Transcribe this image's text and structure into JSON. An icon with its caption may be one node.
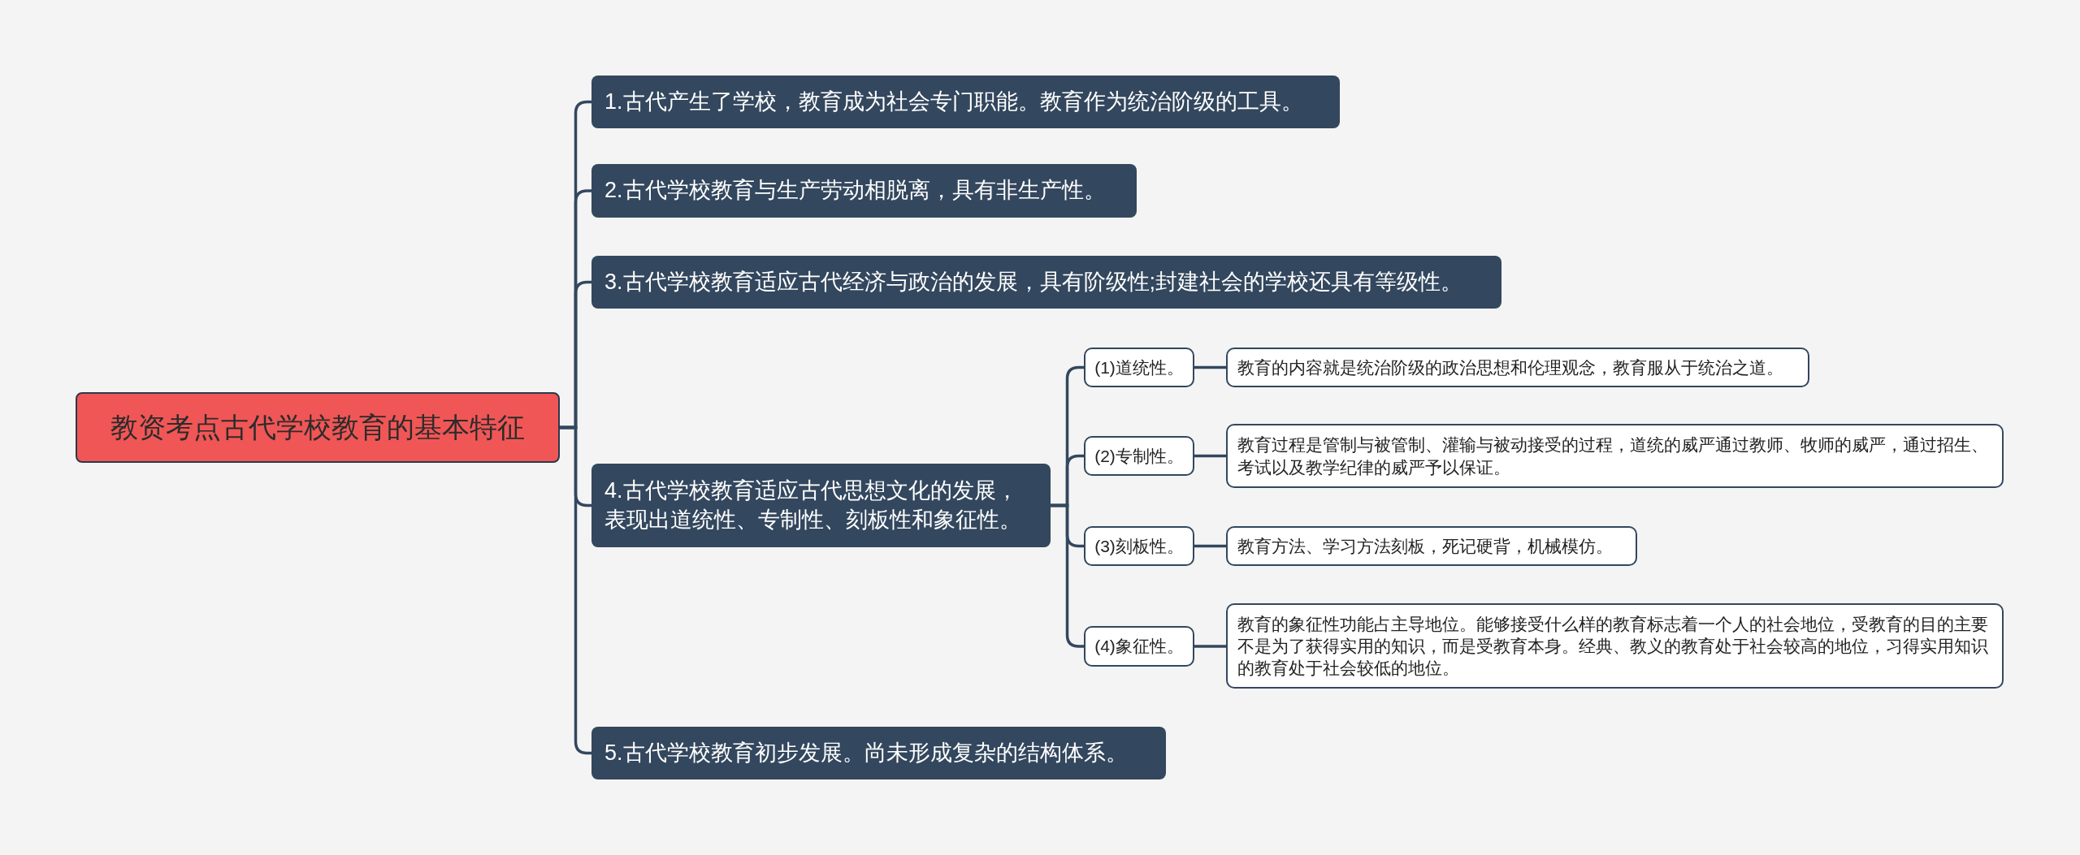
{
  "diagram": {
    "nodes": [
      {
        "text": [
          "教资考点古代学校教育的基本特征"
        ]
      },
      {
        "text": [
          "1.古代产生了学校，教育成为社会专门职能。教育作为统治阶级的工具。"
        ]
      },
      {
        "text": [
          "2.古代学校教育与生产劳动相脱离，具有非生产性。"
        ]
      },
      {
        "text": [
          "3.古代学校教育适应古代经济与政治的发展，具有阶级性;封建社会的学校还具有等级性。"
        ]
      },
      {
        "text": [
          "4.古代学校教育适应古代思想文化的发展，表现出道统性、专制性、刻板性和象征性。"
        ]
      },
      {
        "text": [
          "(1)道统性。"
        ]
      },
      {
        "text": [
          "教育的内容就是统治阶级的政治思想和伦理观念，教育服从于统治之道。"
        ]
      },
      {
        "text": [
          "(2)专制性。"
        ]
      },
      {
        "text": [
          "教育过程是管制与被管制、灌输与被动接受的过程，道统的威严通过教师、牧师的威严，通过招生、考试以及教学纪律的威严予以保证。"
        ]
      },
      {
        "text": [
          "(3)刻板性。"
        ]
      },
      {
        "text": [
          "教育方法、学习方法刻板，死记硬背，机械模仿。"
        ]
      },
      {
        "text": [
          "(4)象征性。"
        ]
      },
      {
        "text": [
          "教育的象征性功能占主导地位。能够接受什么样的教育标志着一个人的社会地位，受教育的目的主要不是为了获得实用的知识，而是受教育本身。经典、教义的教育处于社会较高的地位，习得实用知识的教育处于社会较低的地位。"
        ]
      },
      {
        "text": [
          "5.古代学校教育初步发展。尚未形成复杂的结构体系。"
        ]
      }
    ],
    "edges": [
      {
        "from": 0,
        "to": 1,
        "arrow": "none"
      },
      {
        "from": 0,
        "to": 2,
        "arrow": "none"
      },
      {
        "from": 0,
        "to": 3,
        "arrow": "none"
      },
      {
        "from": 0,
        "to": 4,
        "arrow": "none"
      },
      {
        "from": 0,
        "to": 13,
        "arrow": "none"
      },
      {
        "from": 4,
        "to": 5,
        "arrow": "none"
      },
      {
        "from": 4,
        "to": 7,
        "arrow": "none"
      },
      {
        "from": 4,
        "to": 9,
        "arrow": "none"
      },
      {
        "from": 4,
        "to": 11,
        "arrow": "none"
      },
      {
        "from": 5,
        "to": 6,
        "arrow": "none"
      },
      {
        "from": 7,
        "to": 8,
        "arrow": "none"
      },
      {
        "from": 9,
        "to": 10,
        "arrow": "none"
      },
      {
        "from": 11,
        "to": 12,
        "arrow": "none"
      }
    ]
  }
}
